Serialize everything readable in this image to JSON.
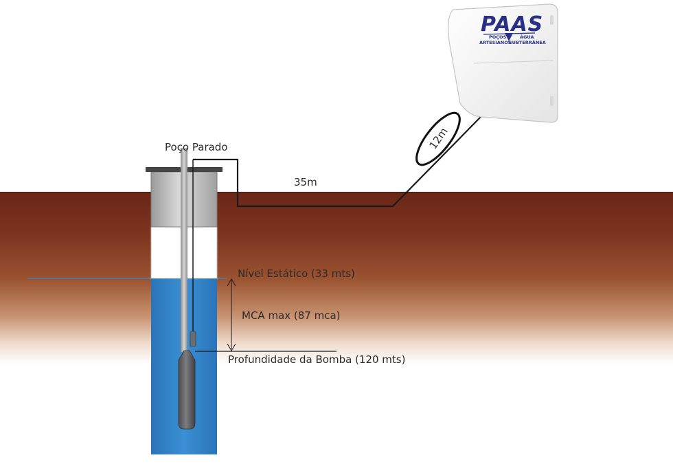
{
  "labels": {
    "well_name": "Poço Parado",
    "horizontal_distance": "35m",
    "vertical_distance": "12m",
    "static_level": "Nível Estático  (33 mts)",
    "mca_max": "MCA max (87 mca)",
    "pump_depth": "Profundidade da Bomba (120 mts)"
  },
  "logo": {
    "brand": "PAAS",
    "left_line1": "POÇOS",
    "left_line2": "ARTESIANOS",
    "right_line1": "ÁGUA",
    "right_line2": "SUBTERRÂNEA"
  },
  "colors": {
    "soil_top": "#6e2a1a",
    "soil_mid": "#9c4f2a",
    "soil_fade": "#ffffff",
    "water": "#2f7fc6",
    "water_light": "#4a98d8",
    "casing": "#c8c8c8",
    "pump": "#5e6063",
    "cable": "#1a1a1a",
    "logo_blue": "#2a2f86"
  },
  "icons": {
    "control_panel": "control-box-icon",
    "pump": "submersible-pump-icon",
    "level_sensor": "level-sensor-icon"
  }
}
